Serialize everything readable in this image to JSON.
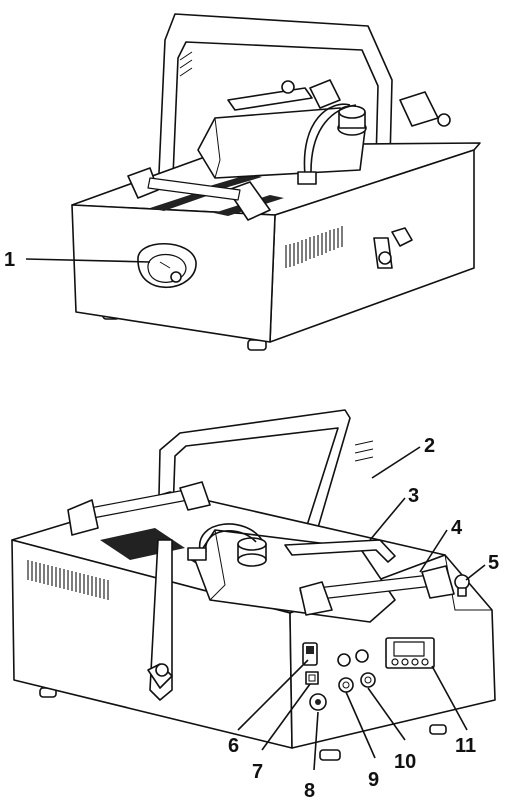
{
  "figure": {
    "views": [
      {
        "name": "front-view",
        "callouts": [
          "1"
        ]
      },
      {
        "name": "rear-view",
        "callouts": [
          "2",
          "3",
          "4",
          "5",
          "6",
          "7",
          "8",
          "9",
          "10",
          "11"
        ]
      }
    ]
  },
  "colors": {
    "ink": "#111111",
    "paper": "#ffffff"
  }
}
